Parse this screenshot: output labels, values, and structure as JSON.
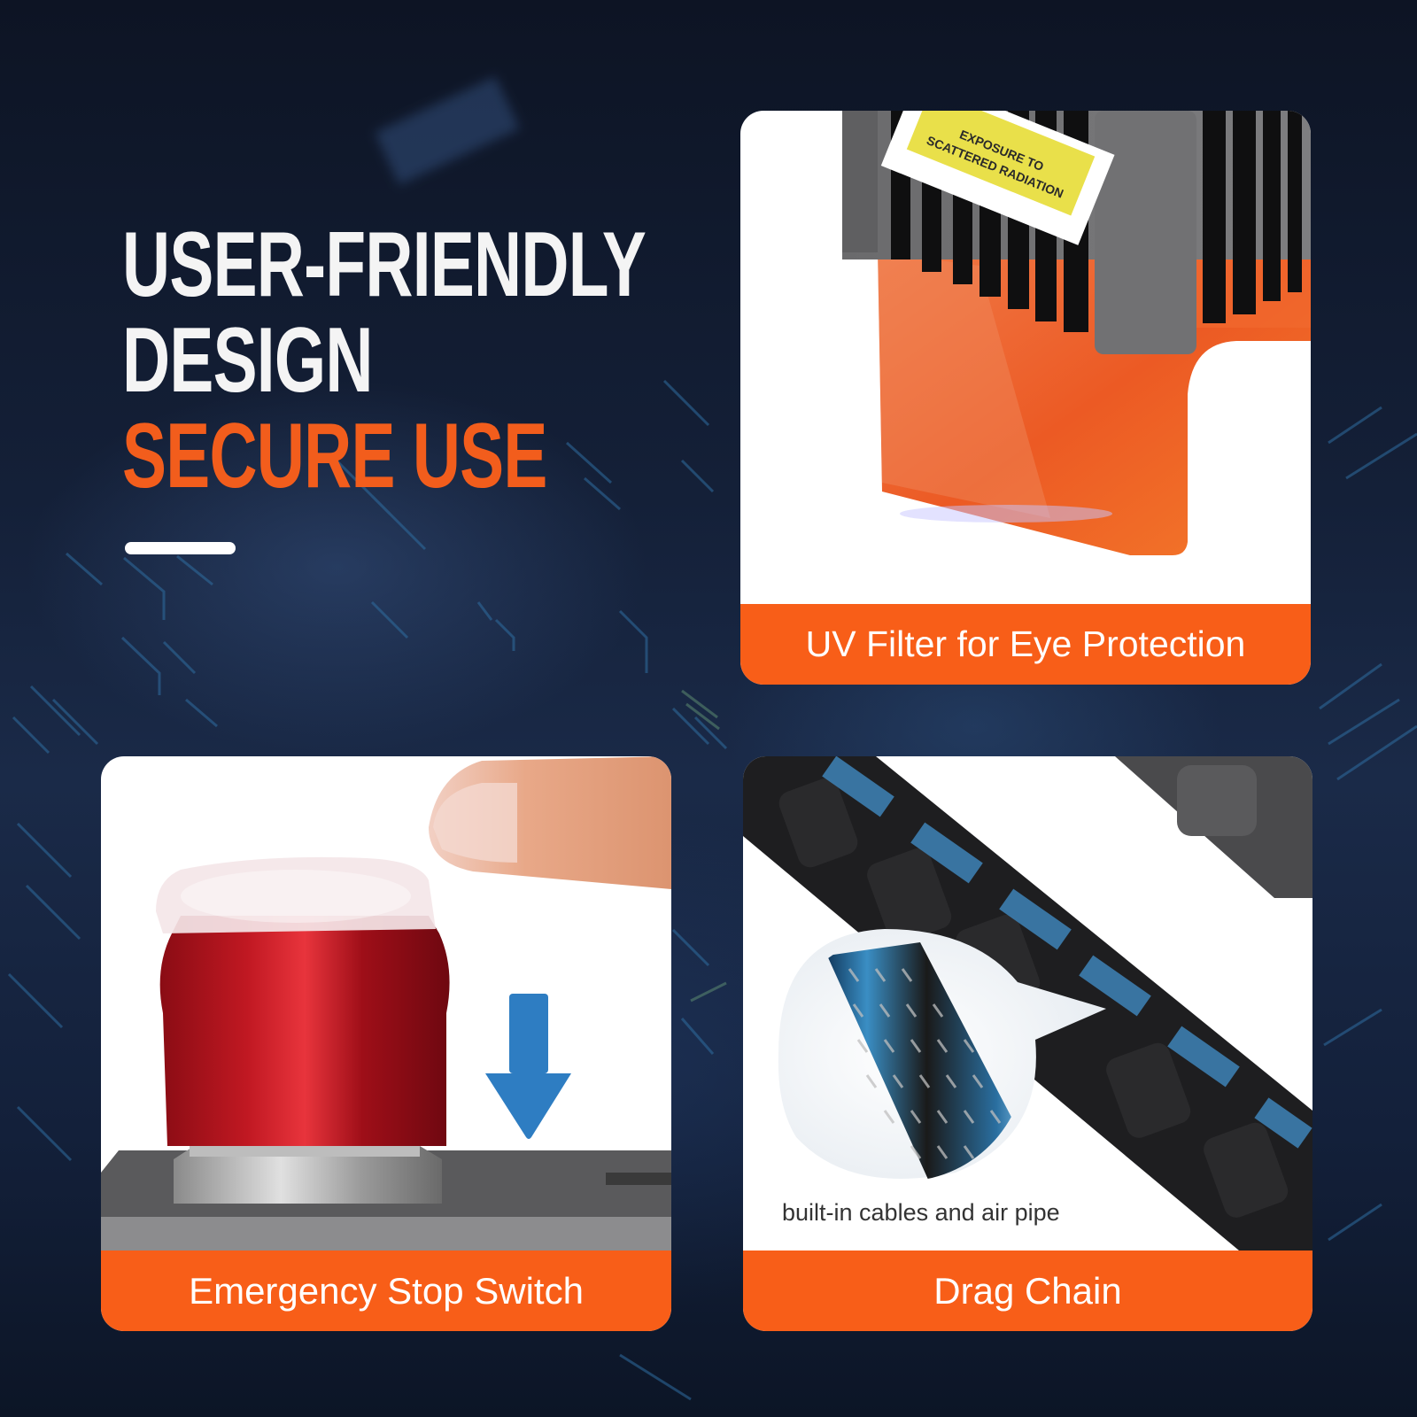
{
  "headline": {
    "line1": "USER-FRIENDLY",
    "line2": "DESIGN",
    "line3": "SECURE USE"
  },
  "colors": {
    "accent_orange": "#f85e18",
    "headline_orange": "#f25d1c",
    "headline_white": "#f4f4f4",
    "background_navy": "#142038",
    "arrow_blue": "#2e7dc2",
    "button_red": "#c0141e"
  },
  "cards": [
    {
      "id": "uv-filter",
      "label": "UV Filter for Eye Protection",
      "image": "laser-module-with-orange-uv-shield",
      "sticker_text": "EXPOSURE TO SCATTERED RADIATION"
    },
    {
      "id": "emergency-stop",
      "label": "Emergency Stop Switch",
      "image": "red-emergency-stop-button-with-finger",
      "icon": "arrow-down-icon"
    },
    {
      "id": "drag-chain",
      "label": "Drag Chain",
      "caption": "built-in cables and air pipe",
      "image": "black-cable-drag-chain-with-braided-cable-closeup"
    }
  ]
}
